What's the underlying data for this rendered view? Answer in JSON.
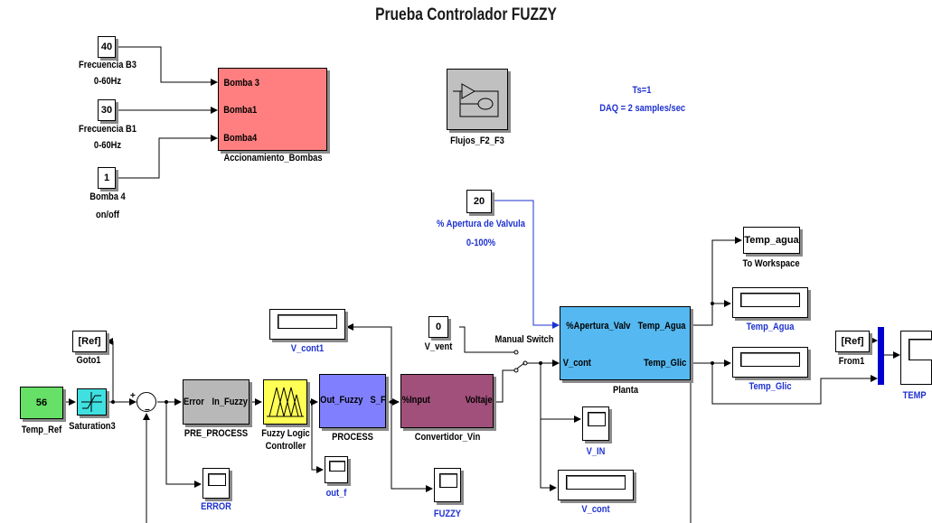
{
  "title": "Prueba Controlador FUZZY",
  "sample_time": "Ts=1",
  "daq_note": "DAQ = 2 samples/sec",
  "constants": {
    "frec_b3": {
      "value": "40",
      "label1": "Frecuencia B3",
      "label2": "0-60Hz"
    },
    "frec_b1": {
      "value": "30",
      "label1": "Frecuencia B1",
      "label2": "0-60Hz"
    },
    "bomba4": {
      "value": "1",
      "label1": "Bomba 4",
      "label2": "on/off"
    },
    "apertura": {
      "value": "20",
      "label1": "% Apertura de Valvula",
      "label2": "0-100%"
    },
    "v_vent": {
      "value": "0",
      "label": "V_vent"
    },
    "temp_ref": {
      "value": "56",
      "label": "Temp_Ref"
    }
  },
  "bombas": {
    "name": "Accionamiento_Bombas",
    "ports": [
      "Bomba 3",
      "Bomba1",
      "Bomba4"
    ]
  },
  "flujos": {
    "name": "Flujos_F2_F3"
  },
  "planta": {
    "name": "Planta",
    "in1": "%Apertura_Valv",
    "in2": "V_cont",
    "out1": "Temp_Agua",
    "out2": "Temp_Glic"
  },
  "pre_process": {
    "name": "PRE_PROCESS",
    "port_in": "Error",
    "port_out": "In_Fuzzy"
  },
  "flc": {
    "name1": "Fuzzy Logic",
    "name2": "Controller"
  },
  "process": {
    "name": "PROCESS",
    "port_in": "Out_Fuzzy",
    "port_out": "S_F"
  },
  "conv": {
    "name": "Convertidor_Vin",
    "port_in": "%Input",
    "port_out": "Voltaje"
  },
  "manual_switch": "Manual Switch",
  "saturation": "Saturation3",
  "goto": {
    "tag": "[Ref]",
    "name": "Goto1"
  },
  "from": {
    "tag": "[Ref]",
    "name": "From1"
  },
  "to_workspace": {
    "var": "Temp_agua",
    "name": "To Workspace"
  },
  "scopes": {
    "v_cont1": "V_cont1",
    "error": "ERROR",
    "out_f": "out_f",
    "fuzzy": "FUZZY",
    "v_in": "V_IN",
    "v_cont": "V_cont",
    "temp_agua": "Temp_Agua",
    "temp_glic": "Temp_Glic",
    "temp": "TEMP"
  },
  "colors": {
    "bombas": "#ff7f80",
    "flujos": "#c0c0c0",
    "planta": "#55b8f0",
    "pre_process": "#b8b8b8",
    "flc": "#ffff55",
    "process": "#8080ff",
    "conv": "#a0507a",
    "temp_ref": "#66e066",
    "saturation": "#40e0e0"
  }
}
